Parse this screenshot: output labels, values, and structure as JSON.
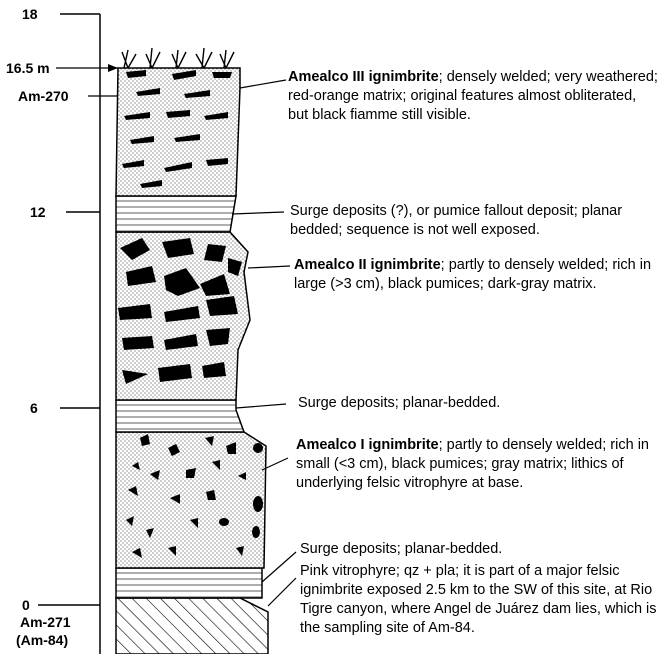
{
  "scale": {
    "tick_18": "18",
    "tick_16_5": "16.5 m",
    "tick_12": "12",
    "tick_6": "6",
    "tick_0": "0"
  },
  "samples": {
    "am270": "Am-270",
    "am271": "Am-271",
    "am84": "(Am-84)"
  },
  "units": {
    "amealco3": {
      "name": "Amealco III ignimbrite",
      "text": "; densely welded; very weathered; red-orange matrix; original features almost obliterated, but black fiamme still visible."
    },
    "surge_upper": {
      "text": "Surge deposits (?), or pumice fallout deposit; planar bedded; sequence is not well exposed."
    },
    "amealco2": {
      "name": "Amealco II ignimbrite",
      "text": "; partly to densely welded; rich in large (>3 cm), black pumices; dark-gray matrix."
    },
    "surge_middle": {
      "text": "Surge deposits; planar-bedded."
    },
    "amealco1": {
      "name": "Amealco I ignimbrite",
      "text": "; partly to densely welded; rich in small (<3 cm), black pumices; gray matrix; lithics of underlying felsic vitrophyre at base."
    },
    "surge_lower": {
      "text": "Surge deposits; planar-bedded."
    },
    "vitrophyre": {
      "text": "Pink vitrophyre; qz + pla; it is part of a major felsic ignimbrite exposed 2.5 km to the SW of this site, at Rio Tigre canyon, where Angel de Juárez dam lies, which is the sampling site of Am-84."
    }
  },
  "colors": {
    "ink": "#000000",
    "background": "#ffffff",
    "dots": "#555555"
  }
}
